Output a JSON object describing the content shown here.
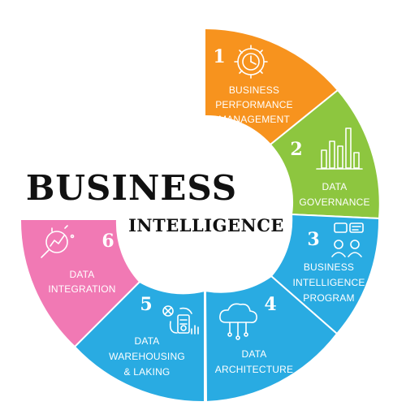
{
  "title": {
    "main": "BUSINESS",
    "sub": "INTELLIGENCE"
  },
  "segments": [
    {
      "number": "1",
      "lines": [
        "BUSINESS",
        "PERFORMANCE",
        "MANAGEMENT"
      ],
      "color": "#f7931e",
      "icon": "gear-clock-icon"
    },
    {
      "number": "2",
      "lines": [
        "DATA",
        "GOVERNANCE"
      ],
      "color": "#8dc63f",
      "icon": "bar-chart-icon"
    },
    {
      "number": "3",
      "lines": [
        "BUSINESS",
        "INTELLIGENCE",
        "PROGRAM"
      ],
      "color": "#29abe2",
      "icon": "people-chat-icon"
    },
    {
      "number": "4",
      "lines": [
        "DATA",
        "ARCHITECTURE"
      ],
      "color": "#29abe2",
      "icon": "cloud-network-icon"
    },
    {
      "number": "5",
      "lines": [
        "DATA",
        "WAREHOUSING",
        "& LAKING"
      ],
      "color": "#29abe2",
      "icon": "database-settings-icon"
    },
    {
      "number": "6",
      "lines": [
        "DATA",
        "INTEGRATION"
      ],
      "color": "#f179b4",
      "icon": "magnifier-chart-icon"
    }
  ]
}
